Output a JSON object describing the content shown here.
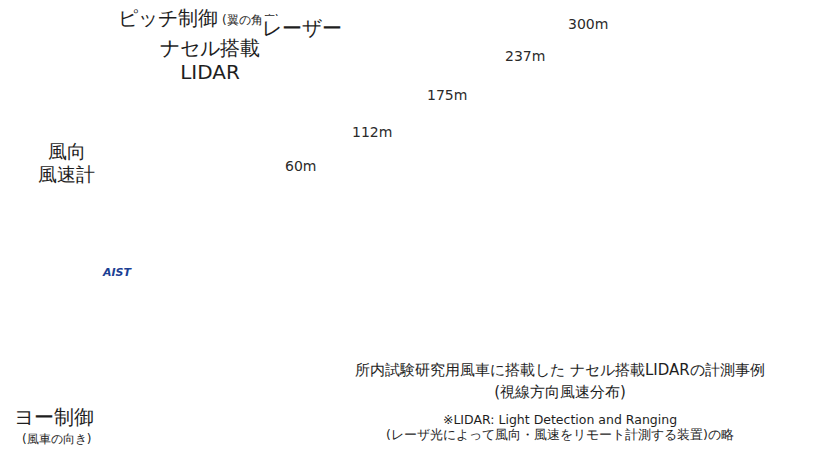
{
  "diagram": {
    "caption": "所内試験研究用風車に搭載した ナセル搭載LIDARの計測事例(視線方向風速分布)",
    "nodes": [
      {
        "text": [
          "60m"
        ]
      },
      {
        "text": [
          "112m"
        ]
      },
      {
        "text": [
          "175m"
        ]
      },
      {
        "text": [
          "237m"
        ]
      },
      {
        "text": [
          "300m"
        ]
      }
    ],
    "labels": [
      "ピッチ制御",
      "(翼の角度)",
      "ナセル搭載 LIDAR",
      "風向 風速計",
      "レーザー",
      "AIST",
      "ヨー制御",
      "(風車の向き)",
      "※LIDAR: Light Detection and Ranging (レーザ光によって風向・風速をリモート計測する装置)の略"
    ]
  }
}
